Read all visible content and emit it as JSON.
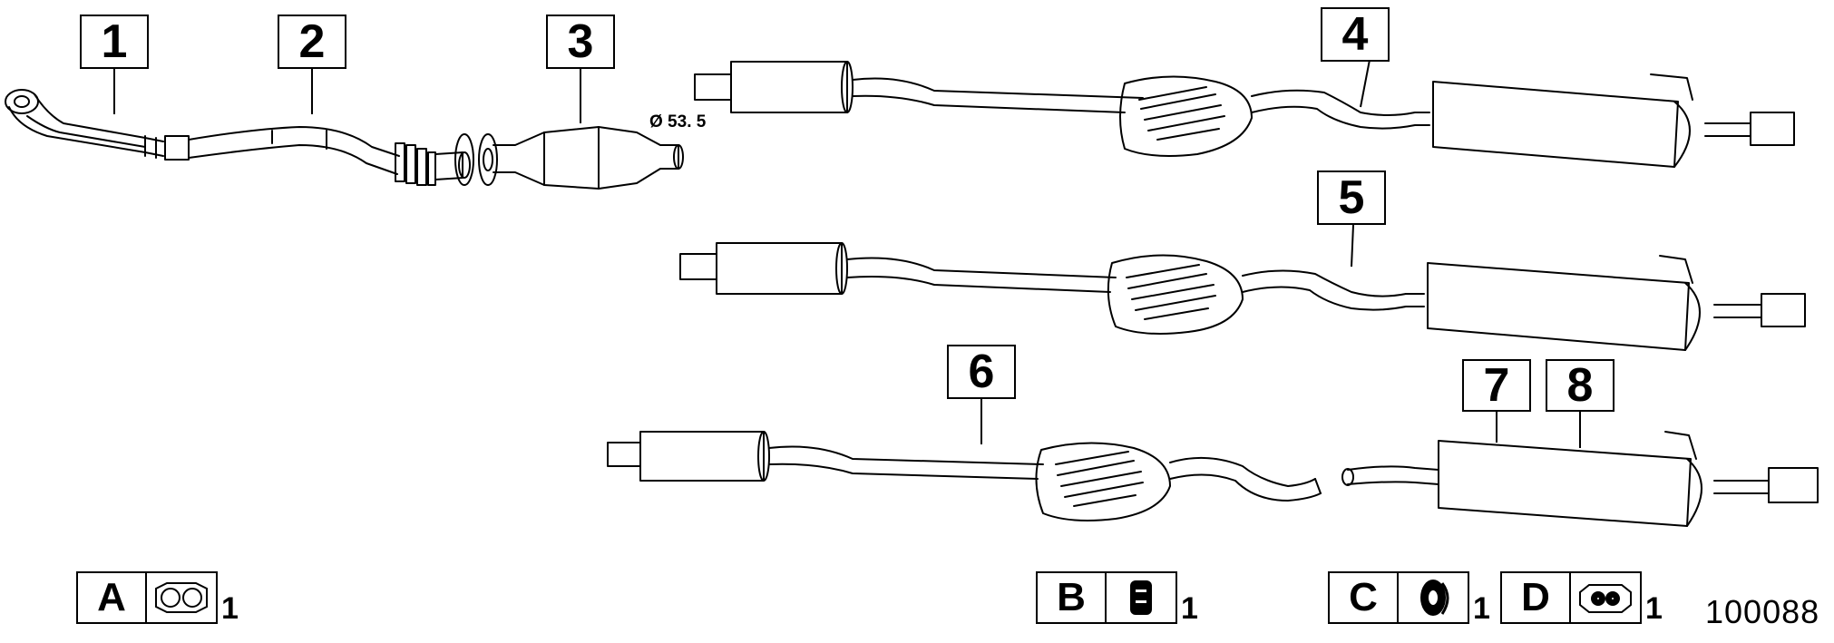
{
  "diagram": {
    "callouts": [
      "1",
      "2",
      "3",
      "4",
      "5",
      "6",
      "7",
      "8"
    ],
    "dimension_label": "Ø 53. 5",
    "diagram_id": "100088"
  },
  "legend": [
    {
      "letter": "A",
      "icon": "gasket-icon",
      "qty": "1"
    },
    {
      "letter": "B",
      "icon": "rubber-mount-icon",
      "qty": "1"
    },
    {
      "letter": "C",
      "icon": "exhaust-hanger-ring-icon",
      "qty": "1"
    },
    {
      "letter": "D",
      "icon": "flange-gasket-icon",
      "qty": "1"
    }
  ],
  "colors": {
    "line": "#000000",
    "watermark": "#e3e3e3",
    "background": "#ffffff"
  }
}
